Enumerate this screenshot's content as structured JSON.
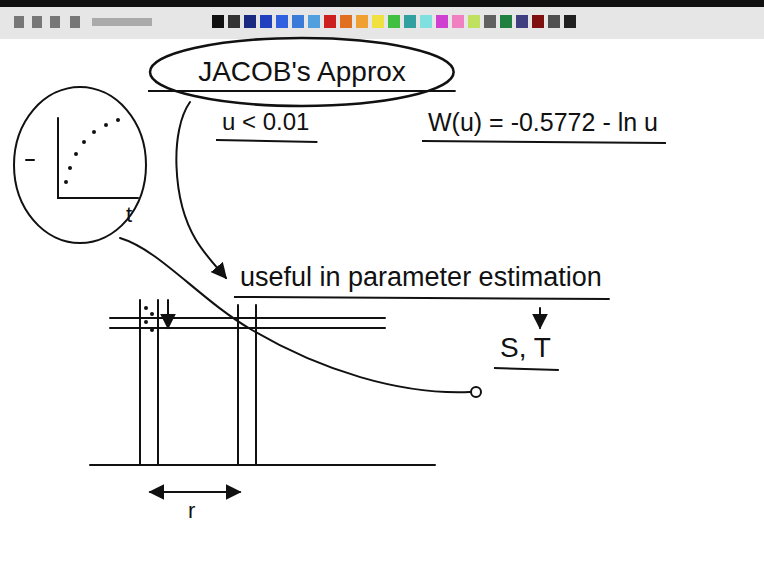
{
  "diagram": {
    "nodes": [
      {
        "text": [
          "JACOB's Approx"
        ]
      }
    ],
    "labels": [
      "u < 0.01",
      "W(u) = -0.5772 - ln u",
      "useful in parameter estimation",
      "S, T",
      "t",
      "r"
    ]
  }
}
